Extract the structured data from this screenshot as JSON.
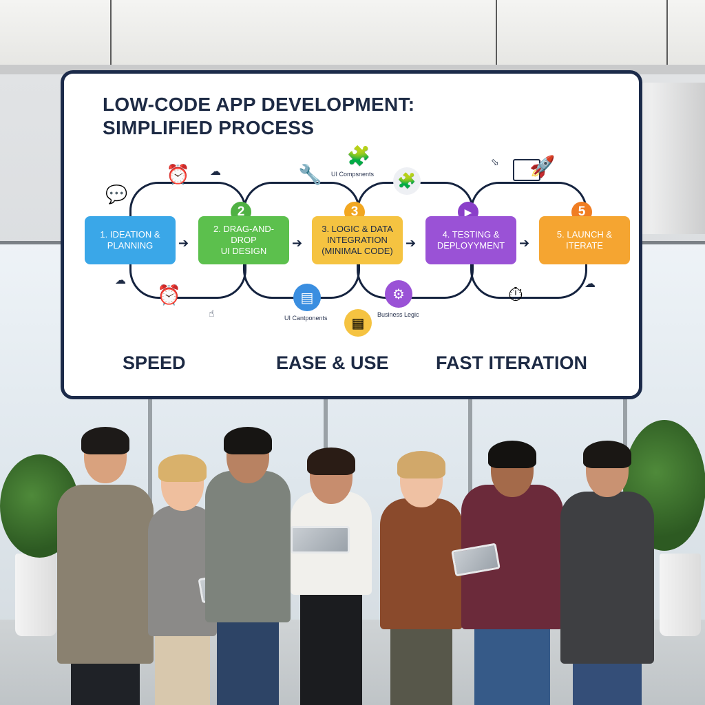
{
  "board": {
    "title_line1": "LOW-CODE APP DEVELOPMENT:",
    "title_line2": "SIMPLIFIED PROCESS",
    "steps": [
      {
        "label": "1. IDEATION &\nPLANNING",
        "color": "#3aa7e8"
      },
      {
        "label": "2. DRAG-AND-DROP\nUI DESIGN",
        "color": "#5cc04d",
        "number": "2"
      },
      {
        "label": "3. LOGIC & DATA\nINTEGRATION\n(MINIMAL CODE)",
        "color": "#f5c341",
        "number": "3"
      },
      {
        "label": "4. TESTING &\nDEPLOYYMENT",
        "color": "#9a52d6"
      },
      {
        "label": "5. LAUNCH &\nITERATE",
        "color": "#f5a531",
        "number": "5"
      }
    ],
    "icon_labels": {
      "top_components": "UI Compsnents",
      "bottom_components": "UI Cantponents",
      "business_logic": "Business Legic"
    },
    "benefits": [
      "SPEED",
      "EASE & USE",
      "FAST ITERATION"
    ]
  },
  "scene": {
    "accent_navy": "#1c2b4a"
  }
}
